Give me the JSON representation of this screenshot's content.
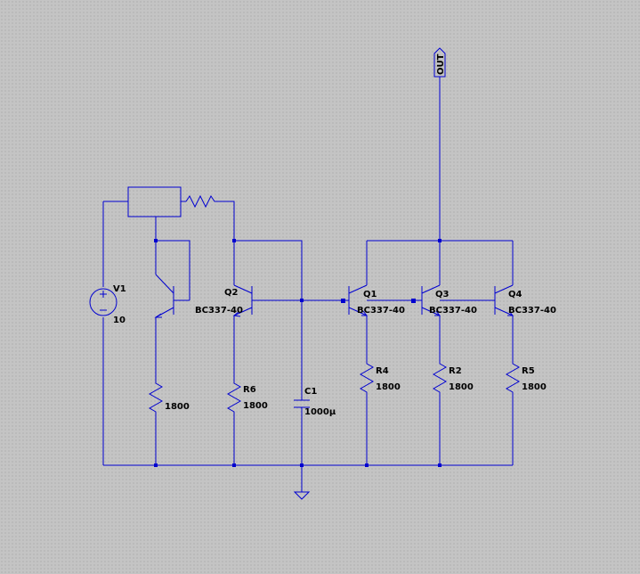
{
  "components": {
    "V1": {
      "name": "V1",
      "value": "10"
    },
    "Q1": {
      "name": "Q1",
      "model": "BC337-40"
    },
    "Q2": {
      "name": "Q2",
      "model": "BC337-40"
    },
    "Q3": {
      "name": "Q3",
      "model": "BC337-40"
    },
    "Q4": {
      "name": "Q4",
      "model": "BC337-40"
    },
    "R4": {
      "name": "R4",
      "value": "1800"
    },
    "R2": {
      "name": "R2",
      "value": "1800"
    },
    "R5": {
      "name": "R5",
      "value": "1800"
    },
    "R6": {
      "name": "R6",
      "value": "1800"
    },
    "Rleft": {
      "value": "1800"
    },
    "C1": {
      "name": "C1",
      "value": "1000µ"
    }
  },
  "output_port": {
    "label": "OUT"
  },
  "colors": {
    "wire": "#0000d0",
    "background": "#c4c4c4",
    "text": "#000000"
  }
}
